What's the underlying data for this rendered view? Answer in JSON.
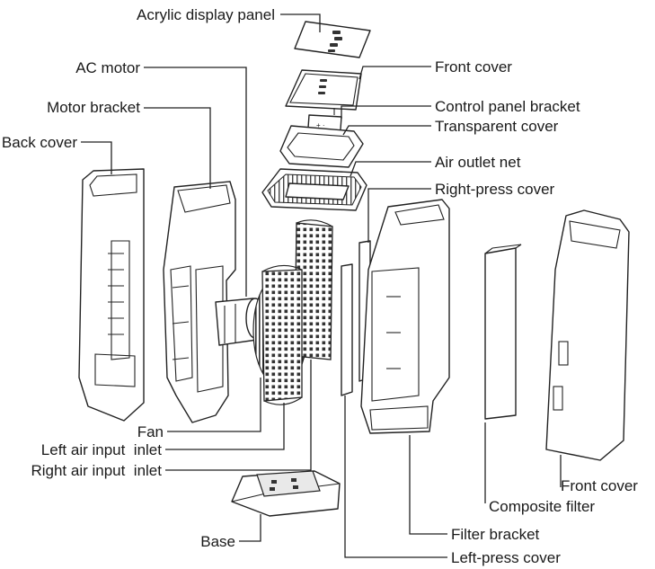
{
  "labels": {
    "acrylic_display_panel": "Acrylic display panel",
    "ac_motor": "AC motor",
    "motor_bracket": "Motor bracket",
    "back_cover": "Back cover",
    "front_cover_top": "Front cover",
    "control_panel_bracket": "Control panel bracket",
    "transparent_cover": "Transparent cover",
    "air_outlet_net": "Air outlet net",
    "right_press_cover": "Right-press cover",
    "fan": "Fan",
    "left_air_input_inlet": "Left air input  inlet",
    "right_air_input_inlet": "Right air input  inlet",
    "base": "Base",
    "front_cover_bottom": "Front cover",
    "composite_filter": "Composite filter",
    "filter_bracket": "Filter bracket",
    "left_press_cover": "Left-press cover"
  },
  "colors": {
    "line": "#222222",
    "text": "#1a1a1a",
    "background": "#ffffff"
  }
}
